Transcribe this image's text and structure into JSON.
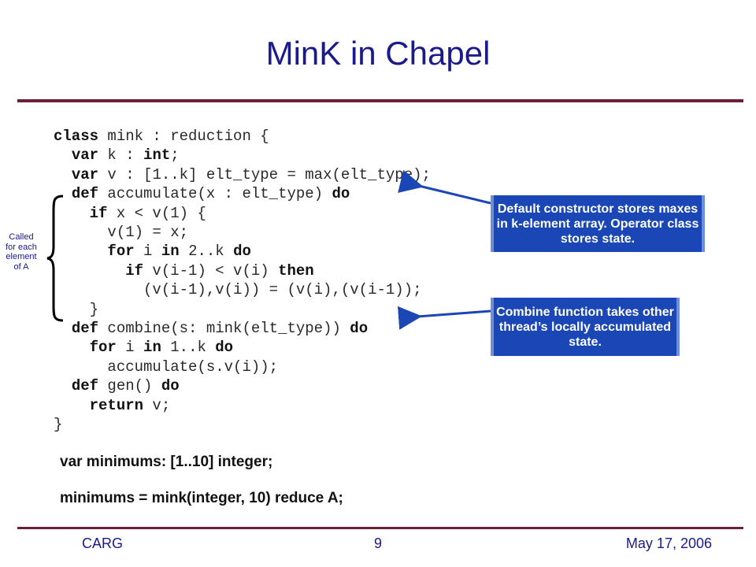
{
  "title": "MinK in Chapel",
  "code": [
    "class mink : reduction {",
    "  var k : int;",
    "  var v : [1..k] elt_type = max(elt_type);",
    "  def accumulate(x : elt_type) do",
    "    if x < v(1) {",
    "      v(1) = x;",
    "      for i in 2..k do",
    "        if v(i-1) < v(i) then",
    "          (v(i-1),v(i)) = (v(i),(v(i-1));",
    "    }",
    "  def combine(s: mink(elt_type)) do",
    "    for i in 1..k do",
    "      accumulate(s.v(i));",
    "  def gen() do",
    "    return v;",
    "}"
  ],
  "side_note": [
    "Called",
    "for each",
    "element",
    "of A"
  ],
  "callouts": {
    "first": "Default constructor stores maxes in k-element array. Operator class stores state.",
    "second": "Combine function takes other thread’s locally accumulated state."
  },
  "bottom_lines": {
    "line1": "var minimums: [1..10] integer;",
    "line2": "minimums = mink(integer, 10) reduce A;"
  },
  "footer": {
    "left": "CARG",
    "center": "9",
    "right": "May 17, 2006"
  },
  "colors": {
    "title": "#1a1a8c",
    "rule": "#6b1f3a",
    "callout_bg": "#1a47b5",
    "arrow": "#1a47b5"
  }
}
